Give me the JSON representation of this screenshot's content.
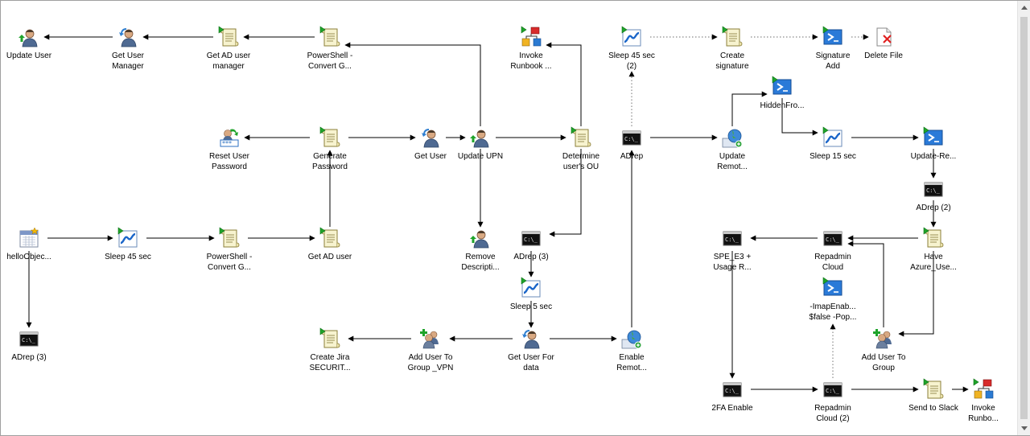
{
  "colors": {
    "wire": "#000000",
    "dotted_wire": "#8a8a8a",
    "run_marker": "#1fa32a",
    "script_paper": "#f7f3cf",
    "console_bg": "#111111",
    "wave_blue": "#1b66c9",
    "ps_blue": "#2a7ad8"
  },
  "nodes": [
    {
      "id": "update-user",
      "label": "Update User",
      "icon": "user-icon"
    },
    {
      "id": "get-user-manager",
      "label": "Get User\nManager",
      "icon": "user-get-icon"
    },
    {
      "id": "get-ad-user-manager",
      "label": "Get AD user\nmanager",
      "icon": "script-icon"
    },
    {
      "id": "ps-convert-1",
      "label": "PowerShell -\nConvert G...",
      "icon": "script-icon"
    },
    {
      "id": "invoke-runbook-1",
      "label": "Invoke\nRunbook ...",
      "icon": "runbook-icon"
    },
    {
      "id": "sleep-45-2",
      "label": "Sleep 45 sec\n(2)",
      "icon": "wave-icon"
    },
    {
      "id": "create-signature",
      "label": "Create\nsignature",
      "icon": "script-icon"
    },
    {
      "id": "signature-add",
      "label": "Signature\nAdd",
      "icon": "powershell-icon"
    },
    {
      "id": "delete-file",
      "label": "Delete File",
      "icon": "delete-file-icon"
    },
    {
      "id": "hidden-from",
      "label": "HiddenFro...",
      "icon": "powershell-icon"
    },
    {
      "id": "reset-user-password",
      "label": "Reset User\nPassword",
      "icon": "reset-password-icon"
    },
    {
      "id": "generate-password",
      "label": "Generate\nPassword",
      "icon": "script-icon"
    },
    {
      "id": "get-user",
      "label": "Get User",
      "icon": "user-get-icon"
    },
    {
      "id": "update-upn",
      "label": "Update UPN",
      "icon": "user-icon"
    },
    {
      "id": "determine-ou",
      "label": "Determine\nuser's OU",
      "icon": "script-icon"
    },
    {
      "id": "adrep",
      "label": "ADrep",
      "icon": "console-icon"
    },
    {
      "id": "update-remote",
      "label": "Update\nRemot...",
      "icon": "globe-icon"
    },
    {
      "id": "sleep-15",
      "label": "Sleep 15 sec",
      "icon": "wave-icon"
    },
    {
      "id": "update-re",
      "label": "Update-Re...",
      "icon": "powershell-icon"
    },
    {
      "id": "adrep-2",
      "label": "ADrep (2)",
      "icon": "console-icon"
    },
    {
      "id": "hello-object",
      "label": "helloObjec...",
      "icon": "calendar-icon"
    },
    {
      "id": "sleep-45",
      "label": "Sleep 45 sec",
      "icon": "wave-icon"
    },
    {
      "id": "ps-convert-2",
      "label": "PowerShell -\nConvert G...",
      "icon": "script-icon"
    },
    {
      "id": "get-ad-user",
      "label": "Get AD user",
      "icon": "script-icon"
    },
    {
      "id": "remove-description",
      "label": "Remove\nDescripti...",
      "icon": "user-icon"
    },
    {
      "id": "adrep-3-mid",
      "label": "ADrep (3)",
      "icon": "console-icon"
    },
    {
      "id": "spe-e3",
      "label": "SPE_E3 +\nUsage R...",
      "icon": "console-icon"
    },
    {
      "id": "repadmin-cloud",
      "label": "Repadmin\nCloud",
      "icon": "console-icon"
    },
    {
      "id": "have-azure-user",
      "label": "Have\nAzure_Use...",
      "icon": "script-icon"
    },
    {
      "id": "sleep-5",
      "label": "Sleep 5 sec",
      "icon": "wave-icon"
    },
    {
      "id": "imap-enable",
      "label": "-ImapEnab...\n$false -Pop...",
      "icon": "powershell-icon"
    },
    {
      "id": "adrep-3-left",
      "label": "ADrep (3)",
      "icon": "console-icon"
    },
    {
      "id": "create-jira",
      "label": "Create Jira\nSECURIT...",
      "icon": "script-icon"
    },
    {
      "id": "add-user-vpn",
      "label": "Add User To\nGroup _VPN",
      "icon": "group-add-icon"
    },
    {
      "id": "get-user-for-data",
      "label": "Get User For\ndata",
      "icon": "user-get-icon"
    },
    {
      "id": "enable-remote",
      "label": "Enable\nRemot...",
      "icon": "globe-icon"
    },
    {
      "id": "add-user-group",
      "label": "Add User To\nGroup",
      "icon": "group-add-icon"
    },
    {
      "id": "2fa-enable",
      "label": "2FA Enable",
      "icon": "console-icon"
    },
    {
      "id": "repadmin-cloud-2",
      "label": "Repadmin\nCloud (2)",
      "icon": "console-icon"
    },
    {
      "id": "send-to-slack",
      "label": "Send to Slack",
      "icon": "script-icon"
    },
    {
      "id": "invoke-runbook-2",
      "label": "Invoke\nRunbo...",
      "icon": "runbook-icon"
    }
  ],
  "links": [
    {
      "from": "get-user-manager",
      "to": "update-user",
      "style": "solid"
    },
    {
      "from": "get-ad-user-manager",
      "to": "get-user-manager",
      "style": "solid"
    },
    {
      "from": "ps-convert-1",
      "to": "get-ad-user-manager",
      "style": "solid"
    },
    {
      "from": "update-upn",
      "to": "ps-convert-1",
      "style": "solid"
    },
    {
      "from": "determine-ou",
      "to": "invoke-runbook-1",
      "style": "solid"
    },
    {
      "from": "adrep",
      "to": "sleep-45-2",
      "style": "dotted"
    },
    {
      "from": "sleep-45-2",
      "to": "create-signature",
      "style": "dotted"
    },
    {
      "from": "create-signature",
      "to": "signature-add",
      "style": "dotted"
    },
    {
      "from": "signature-add",
      "to": "delete-file",
      "style": "dotted"
    },
    {
      "from": "generate-password",
      "to": "reset-user-password",
      "style": "solid"
    },
    {
      "from": "generate-password",
      "to": "get-user",
      "style": "solid"
    },
    {
      "from": "get-user",
      "to": "update-upn",
      "style": "solid"
    },
    {
      "from": "update-upn",
      "to": "determine-ou",
      "style": "solid"
    },
    {
      "from": "update-upn",
      "to": "remove-description",
      "style": "solid"
    },
    {
      "from": "determine-ou",
      "to": "adrep-3-mid",
      "style": "solid"
    },
    {
      "from": "adrep",
      "to": "update-remote",
      "style": "solid"
    },
    {
      "from": "update-remote",
      "to": "hidden-from",
      "style": "solid"
    },
    {
      "from": "hidden-from",
      "to": "sleep-15",
      "style": "solid"
    },
    {
      "from": "sleep-15",
      "to": "update-re",
      "style": "solid"
    },
    {
      "from": "update-re",
      "to": "adrep-2",
      "style": "solid"
    },
    {
      "from": "adrep-2",
      "to": "have-azure-user",
      "style": "solid"
    },
    {
      "from": "hello-object",
      "to": "sleep-45",
      "style": "solid"
    },
    {
      "from": "hello-object",
      "to": "adrep-3-left",
      "style": "solid"
    },
    {
      "from": "sleep-45",
      "to": "ps-convert-2",
      "style": "solid"
    },
    {
      "from": "ps-convert-2",
      "to": "get-ad-user",
      "style": "solid"
    },
    {
      "from": "get-ad-user",
      "to": "generate-password",
      "style": "solid"
    },
    {
      "from": "adrep-3-mid",
      "to": "sleep-5",
      "style": "solid"
    },
    {
      "from": "sleep-5",
      "to": "get-user-for-data",
      "style": "solid"
    },
    {
      "from": "get-user-for-data",
      "to": "add-user-vpn",
      "style": "solid"
    },
    {
      "from": "add-user-vpn",
      "to": "create-jira",
      "style": "solid"
    },
    {
      "from": "get-user-for-data",
      "to": "enable-remote",
      "style": "solid"
    },
    {
      "from": "enable-remote",
      "to": "adrep",
      "style": "solid"
    },
    {
      "from": "have-azure-user",
      "to": "repadmin-cloud",
      "style": "solid"
    },
    {
      "from": "have-azure-user",
      "to": "add-user-group",
      "style": "solid"
    },
    {
      "from": "add-user-group",
      "to": "repadmin-cloud",
      "style": "solid"
    },
    {
      "from": "repadmin-cloud",
      "to": "spe-e3",
      "style": "solid"
    },
    {
      "from": "spe-e3",
      "to": "2fa-enable",
      "style": "solid"
    },
    {
      "from": "2fa-enable",
      "to": "repadmin-cloud-2",
      "style": "solid"
    },
    {
      "from": "repadmin-cloud-2",
      "to": "imap-enable",
      "style": "dotted"
    },
    {
      "from": "repadmin-cloud-2",
      "to": "send-to-slack",
      "style": "solid"
    },
    {
      "from": "send-to-slack",
      "to": "invoke-runbook-2",
      "style": "solid"
    }
  ]
}
